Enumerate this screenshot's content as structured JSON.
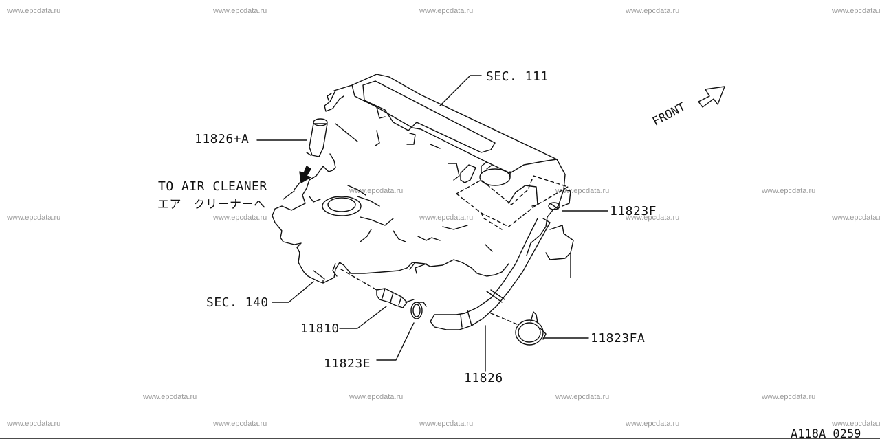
{
  "watermarks": {
    "text": "www.epcdata.ru"
  },
  "labels": {
    "sec111": "SEC. 111",
    "sec140": "SEC. 140",
    "p11826a": "11826+A",
    "air_cleaner_en": "TO AIR CLEANER",
    "air_cleaner_jp": "エア　クリーナーへ",
    "p11823f": "11823F",
    "p11823fa": "11823FA",
    "p11810": "11810",
    "p11823e": "11823E",
    "p11826": "11826",
    "front": "FRONT",
    "ref": "A118A 0259"
  }
}
